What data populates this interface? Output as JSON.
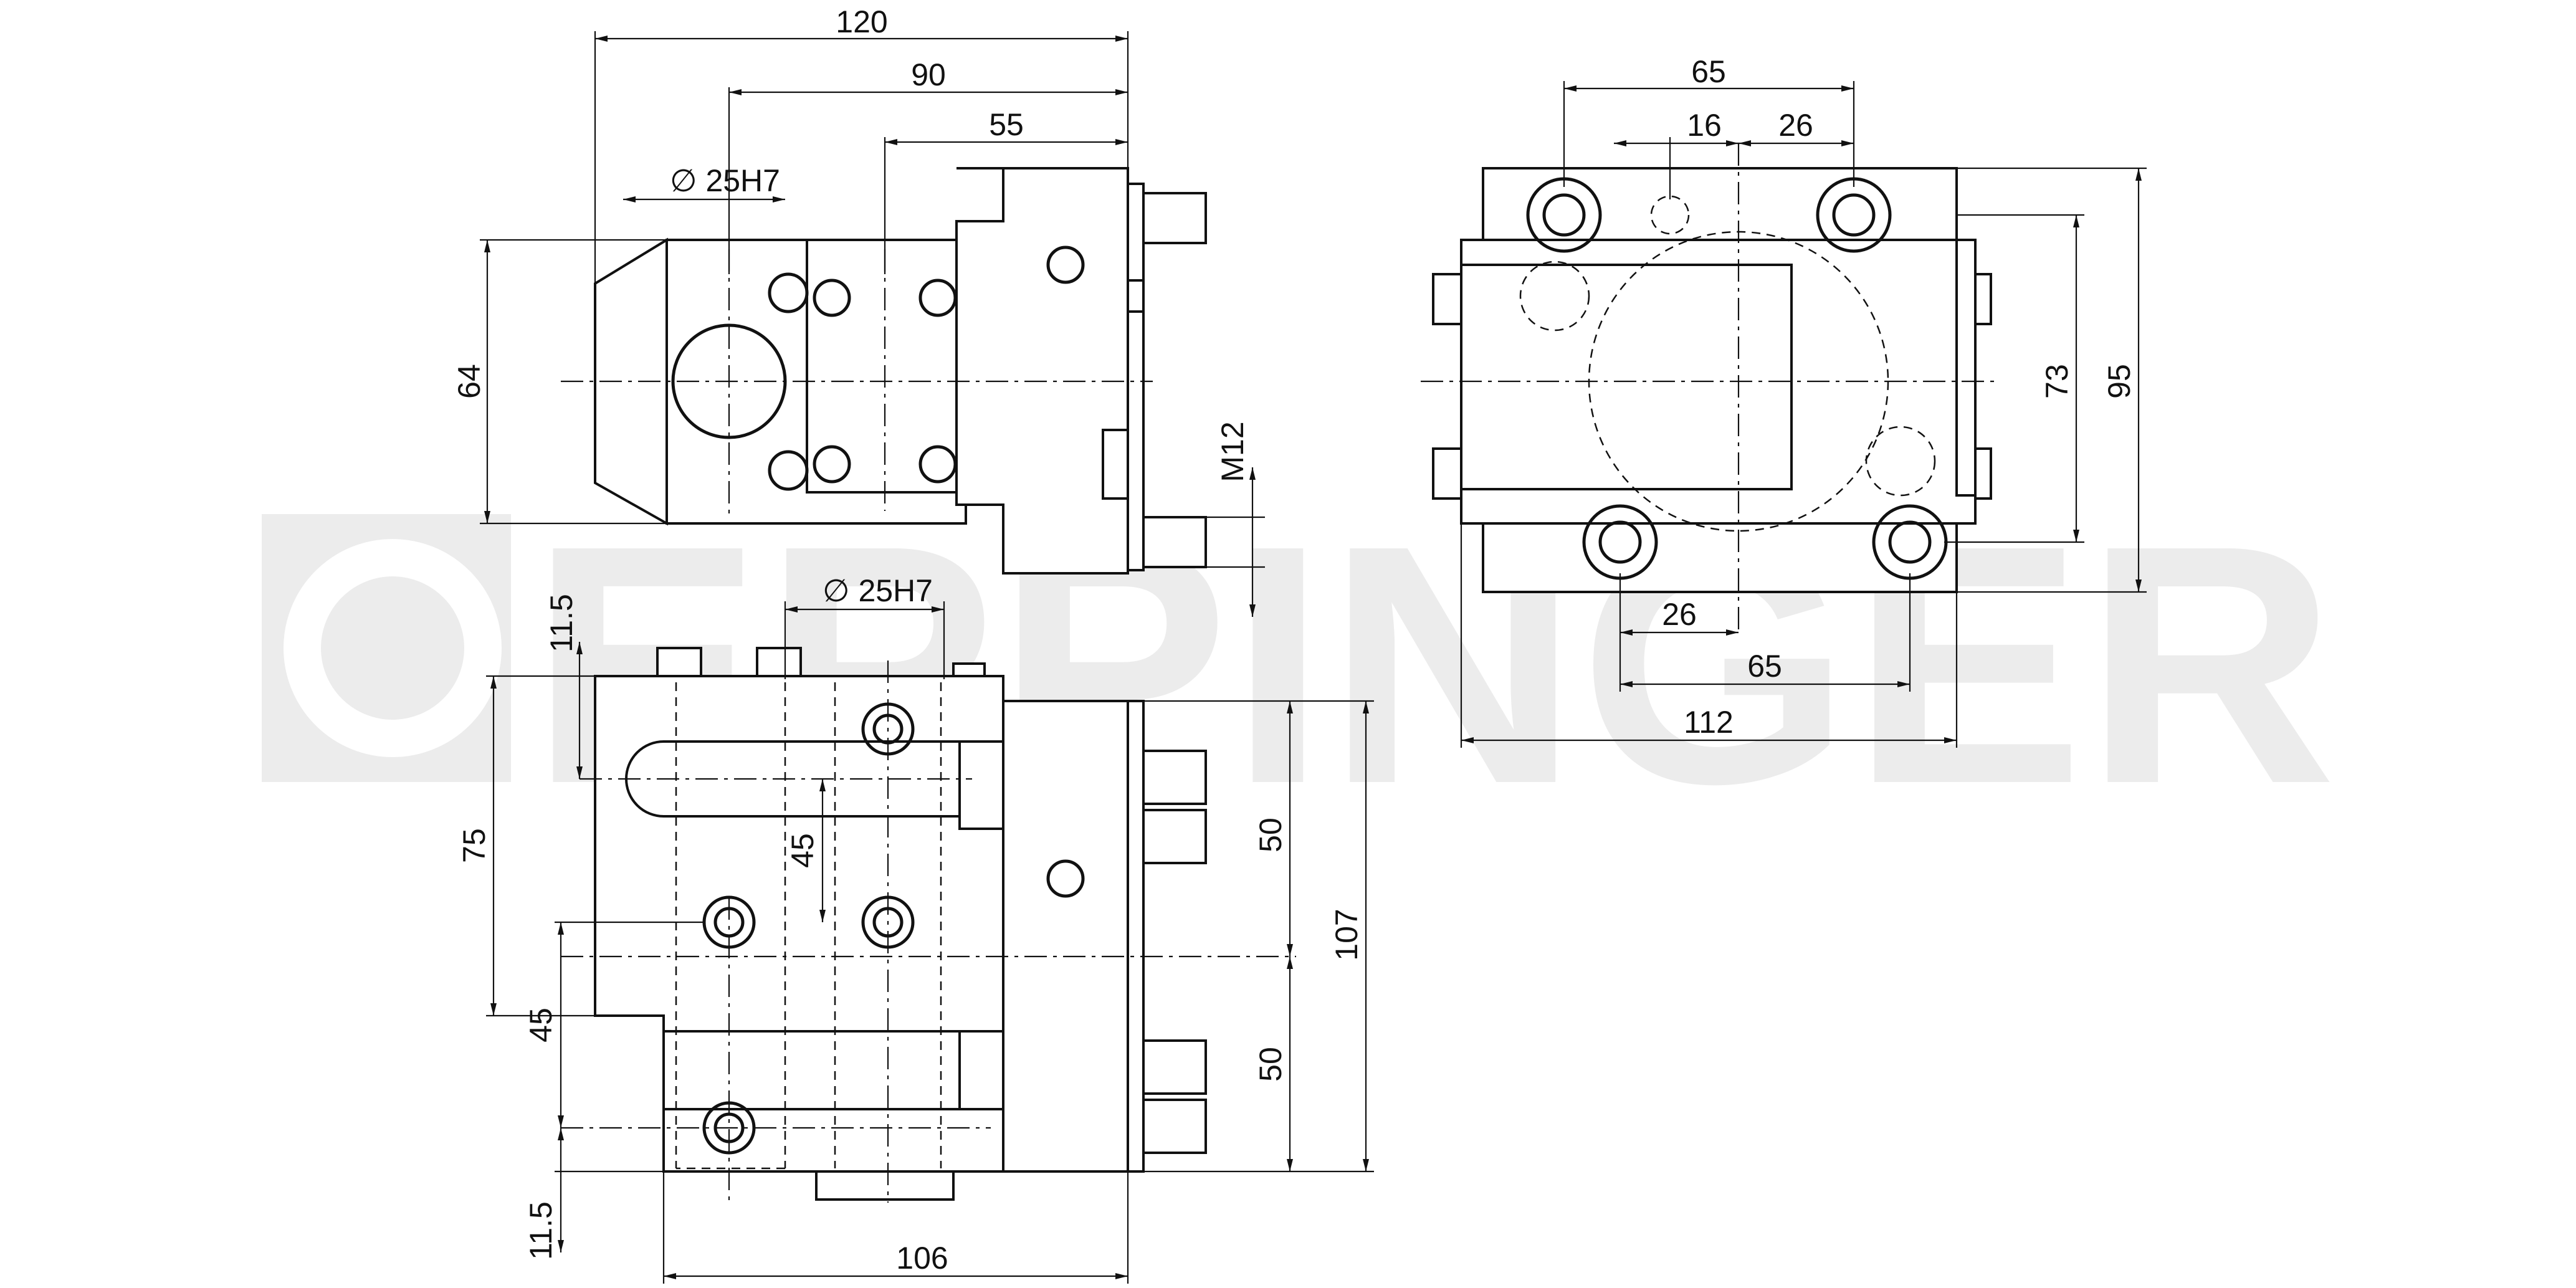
{
  "watermark": {
    "text": "EPPINGER",
    "color": "#e6e6e6"
  },
  "colors": {
    "line": "#111111",
    "background": "#ffffff"
  },
  "dimensions": {
    "front_view": {
      "width_total": "120",
      "width_to_bore": "90",
      "width_to_body": "55",
      "bore_diameter": "∅ 25H7",
      "height": "64",
      "thread": "M12"
    },
    "side_view": {
      "bolt_spacing_top": "65",
      "offset_16": "16",
      "offset_26_top": "26",
      "inner_height": "73",
      "outer_height": "95",
      "offset_26_bottom": "26",
      "bolt_spacing_bottom": "65",
      "total_width": "112"
    },
    "top_view": {
      "bore_diameter": "∅ 25H7",
      "top_offset": "11.5",
      "upper_height": "75",
      "bore_spacing": "45",
      "lower_spacing": "45",
      "bottom_offset": "11.5",
      "bolt_spacing_upper": "50",
      "bolt_spacing_lower": "50",
      "total_height": "107",
      "total_width": "106"
    }
  }
}
